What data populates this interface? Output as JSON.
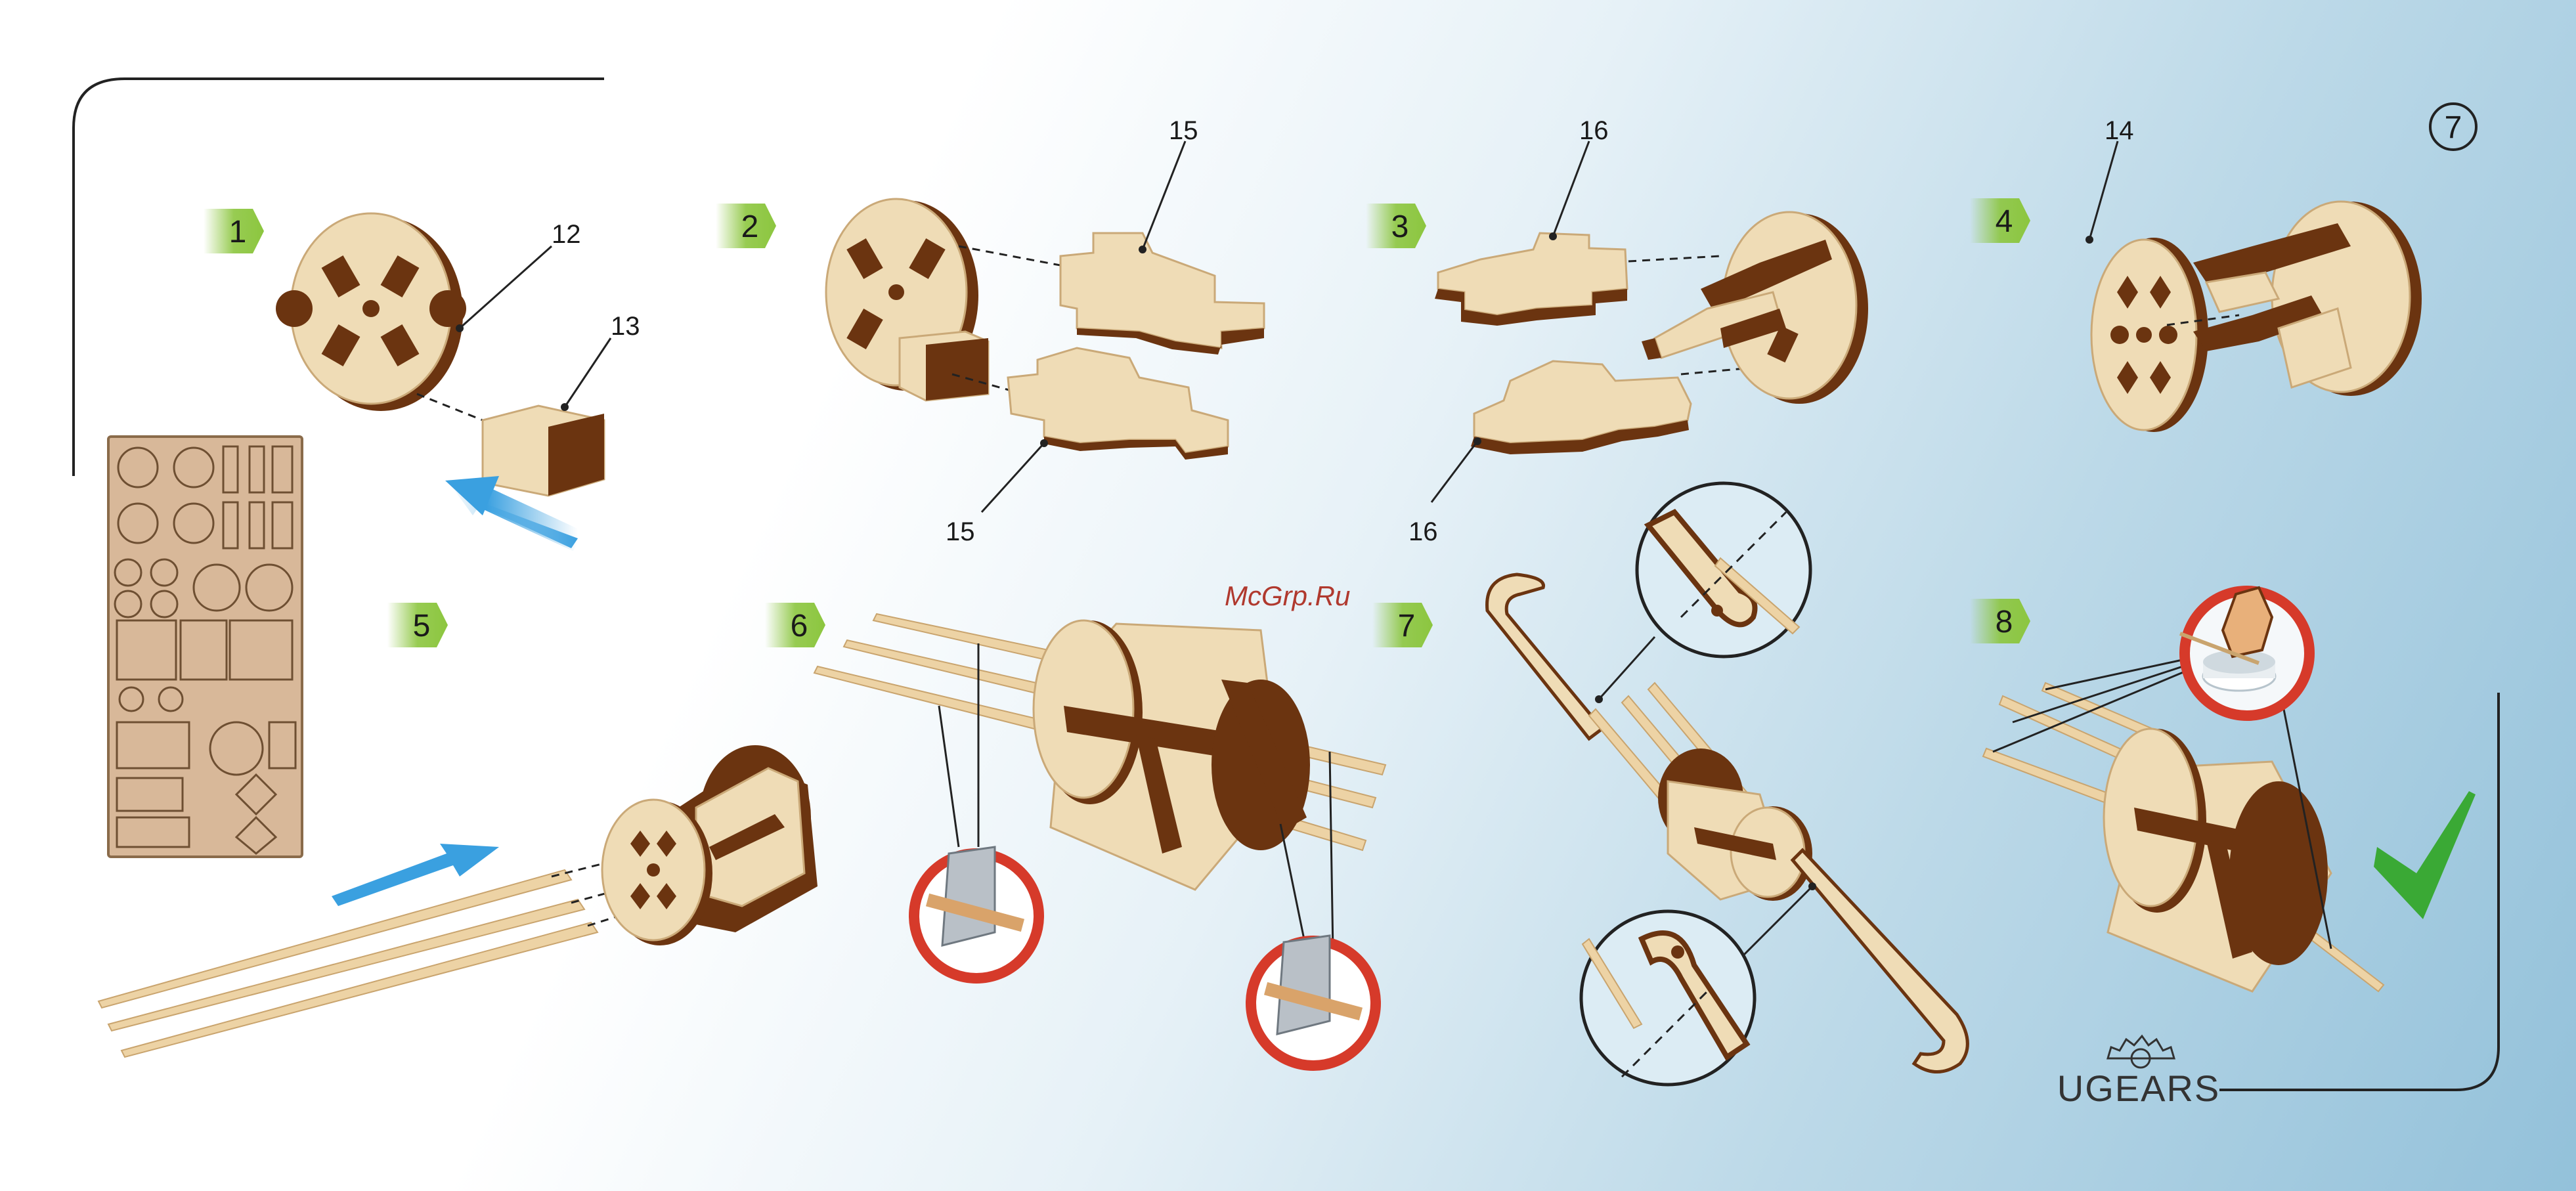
{
  "page_number": "7",
  "watermark": "McGrp.Ru",
  "brand": "UGEARS",
  "steps": [
    {
      "number": "1"
    },
    {
      "number": "2"
    },
    {
      "number": "3"
    },
    {
      "number": "4"
    },
    {
      "number": "5"
    },
    {
      "number": "6"
    },
    {
      "number": "7"
    },
    {
      "number": "8"
    }
  ],
  "part_labels": {
    "p12": "12",
    "p13": "13",
    "p15a": "15",
    "p15b": "15",
    "p16a": "16",
    "p16b": "16",
    "p14": "14"
  },
  "colors": {
    "step_badge": "#8cc63f",
    "wood_light": "#efdcb6",
    "wood_dark": "#6b3410",
    "arrow": "#3aa0e0",
    "warning_ring": "#d63a2a",
    "checkmark": "#3aa935"
  },
  "icons": [
    "gear-icon",
    "knife-blade-icon",
    "checkmark-icon",
    "arrow-icon"
  ]
}
